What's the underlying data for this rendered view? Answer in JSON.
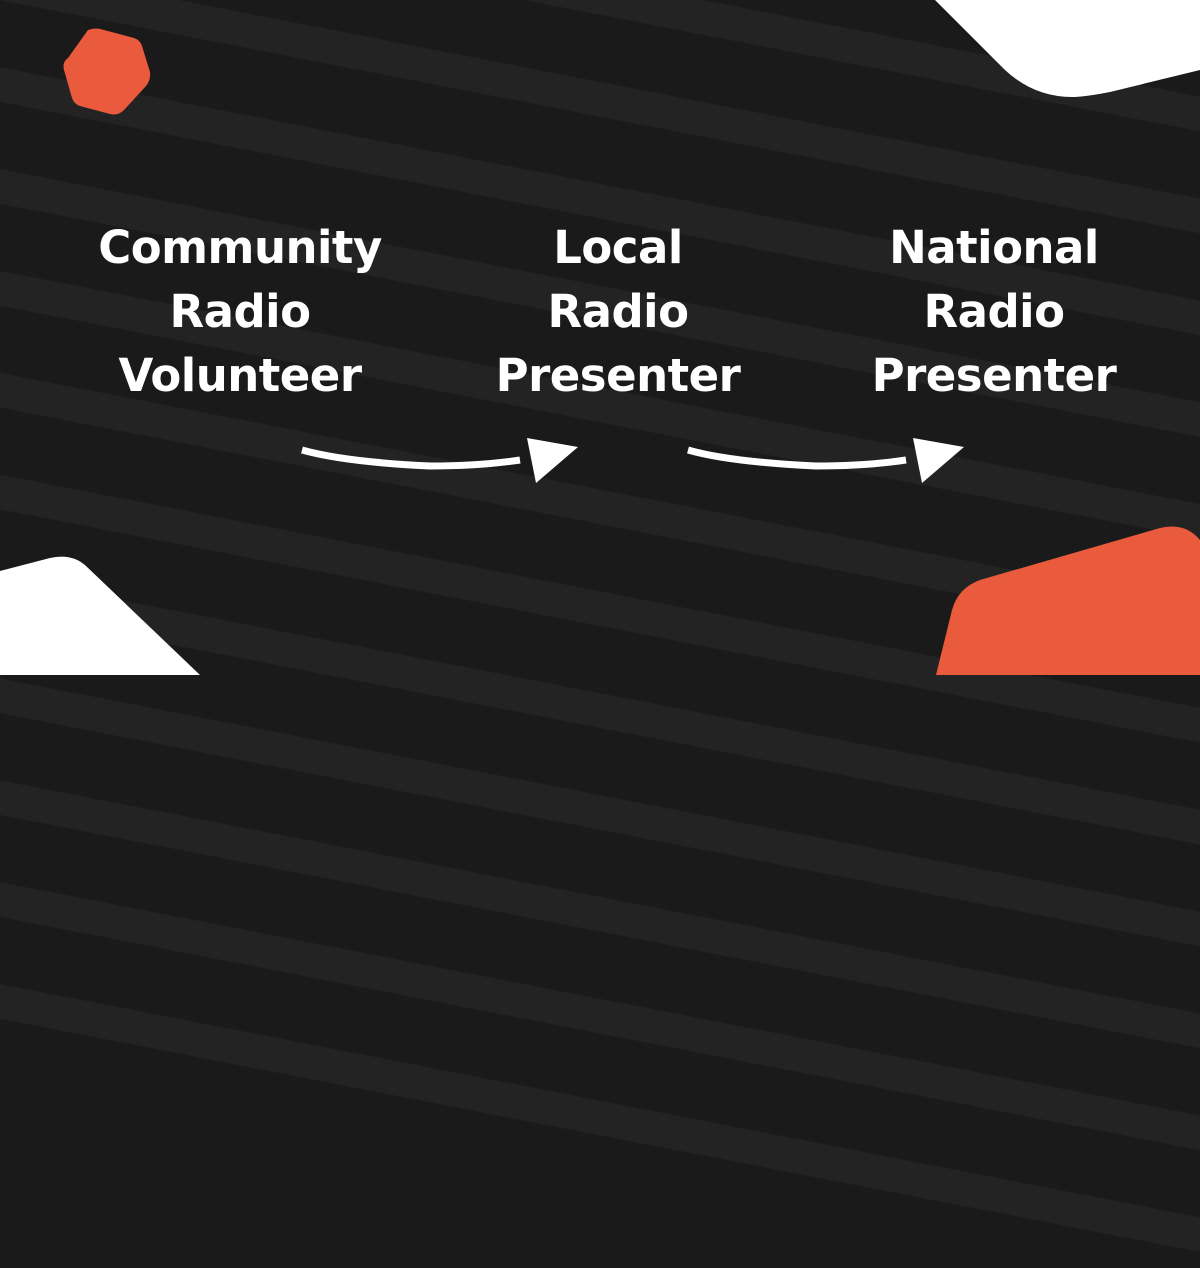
{
  "colors": {
    "background": "#1a1a1a",
    "stripe": "#232323",
    "accent": "#e95b3c",
    "text": "#ffffff"
  },
  "steps": [
    {
      "lines": [
        "Community",
        "Radio",
        "Volunteer"
      ]
    },
    {
      "lines": [
        "Local",
        "Radio",
        "Presenter"
      ]
    },
    {
      "lines": [
        "National",
        "Radio",
        "Presenter"
      ]
    }
  ],
  "connectors": [
    {
      "from": "Community Radio Volunteer",
      "to": "Local Radio Presenter",
      "icon": "curved-arrow-icon"
    },
    {
      "from": "Local Radio Presenter",
      "to": "National Radio Presenter",
      "icon": "curved-arrow-icon"
    }
  ]
}
